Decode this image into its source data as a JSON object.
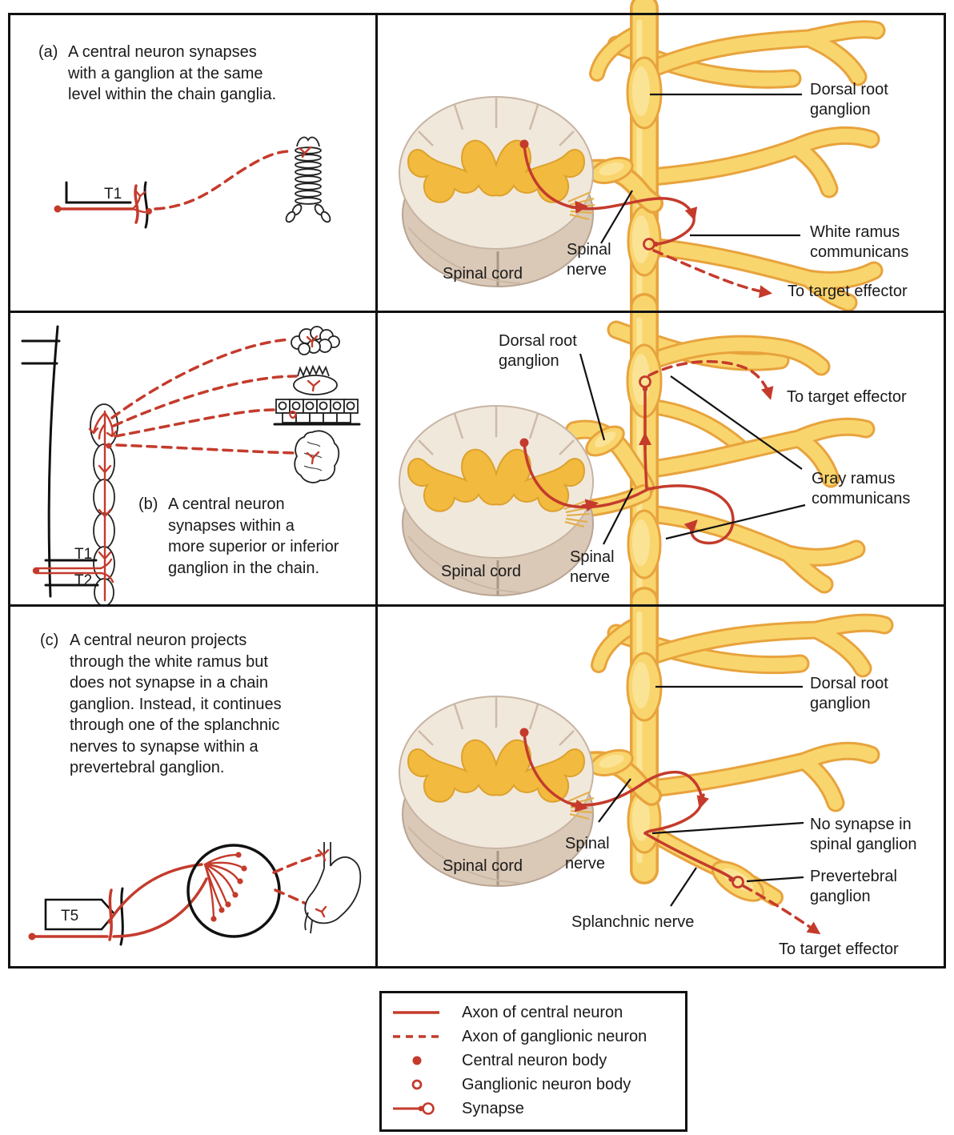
{
  "panels": {
    "a": {
      "caption_label": "(a)",
      "caption_lines": [
        "A central neuron synapses",
        "with a ganglion at the same",
        "level within the chain ganglia."
      ],
      "segment_label": "T1",
      "labels": {
        "dorsal_root_ganglion": "Dorsal root ganglion",
        "white_ramus": "White ramus communicans",
        "to_target": "To target effector",
        "spinal_cord": "Spinal cord",
        "spinal_nerve": "Spinal nerve"
      }
    },
    "b": {
      "caption_label": "(b)",
      "caption_lines": [
        "A central neuron",
        "synapses within a",
        "more superior or inferior",
        "ganglion in the chain."
      ],
      "segment_label_1": "T1",
      "segment_label_2": "T2",
      "labels": {
        "dorsal_root_ganglion": "Dorsal root ganglion",
        "to_target": "To target effector",
        "gray_ramus": "Gray ramus communicans",
        "spinal_cord": "Spinal cord",
        "spinal_nerve": "Spinal nerve"
      }
    },
    "c": {
      "caption_label": "(c)",
      "caption_lines": [
        "A central neuron projects",
        "through the white ramus but",
        "does not synapse in a chain",
        "ganglion. Instead, it continues",
        "through one of the splanchnic",
        "nerves to synapse within a",
        "prevertebral ganglion."
      ],
      "segment_label": "T5",
      "labels": {
        "dorsal_root_ganglion": "Dorsal root ganglion",
        "no_synapse": "No synapse in spinal ganglion",
        "prevertebral_ganglion": "Prevertebral ganglion",
        "splanchnic_nerve": "Splanchnic nerve",
        "to_target": "To target effector",
        "spinal_cord": "Spinal cord",
        "spinal_nerve": "Spinal nerve"
      }
    }
  },
  "legend": {
    "items": [
      {
        "symbol": "solid-red-line",
        "label": "Axon of central neuron"
      },
      {
        "symbol": "dashed-red-line",
        "label": "Axon of ganglionic neuron"
      },
      {
        "symbol": "filled-red-dot",
        "label": "Central neuron body"
      },
      {
        "symbol": "open-red-circle",
        "label": "Ganglionic neuron body"
      },
      {
        "symbol": "synapse-glyph",
        "label": "Synapse"
      }
    ]
  },
  "colors": {
    "axon_red": "#c43b2c",
    "nerve_yellow": "#f9d56d",
    "nerve_outline": "#e8a33d",
    "gray_matter": "#f2ba3e",
    "cord_beige": "#f1e8dc",
    "cord_shadow": "#dbc9b8",
    "line_black": "#111111"
  }
}
